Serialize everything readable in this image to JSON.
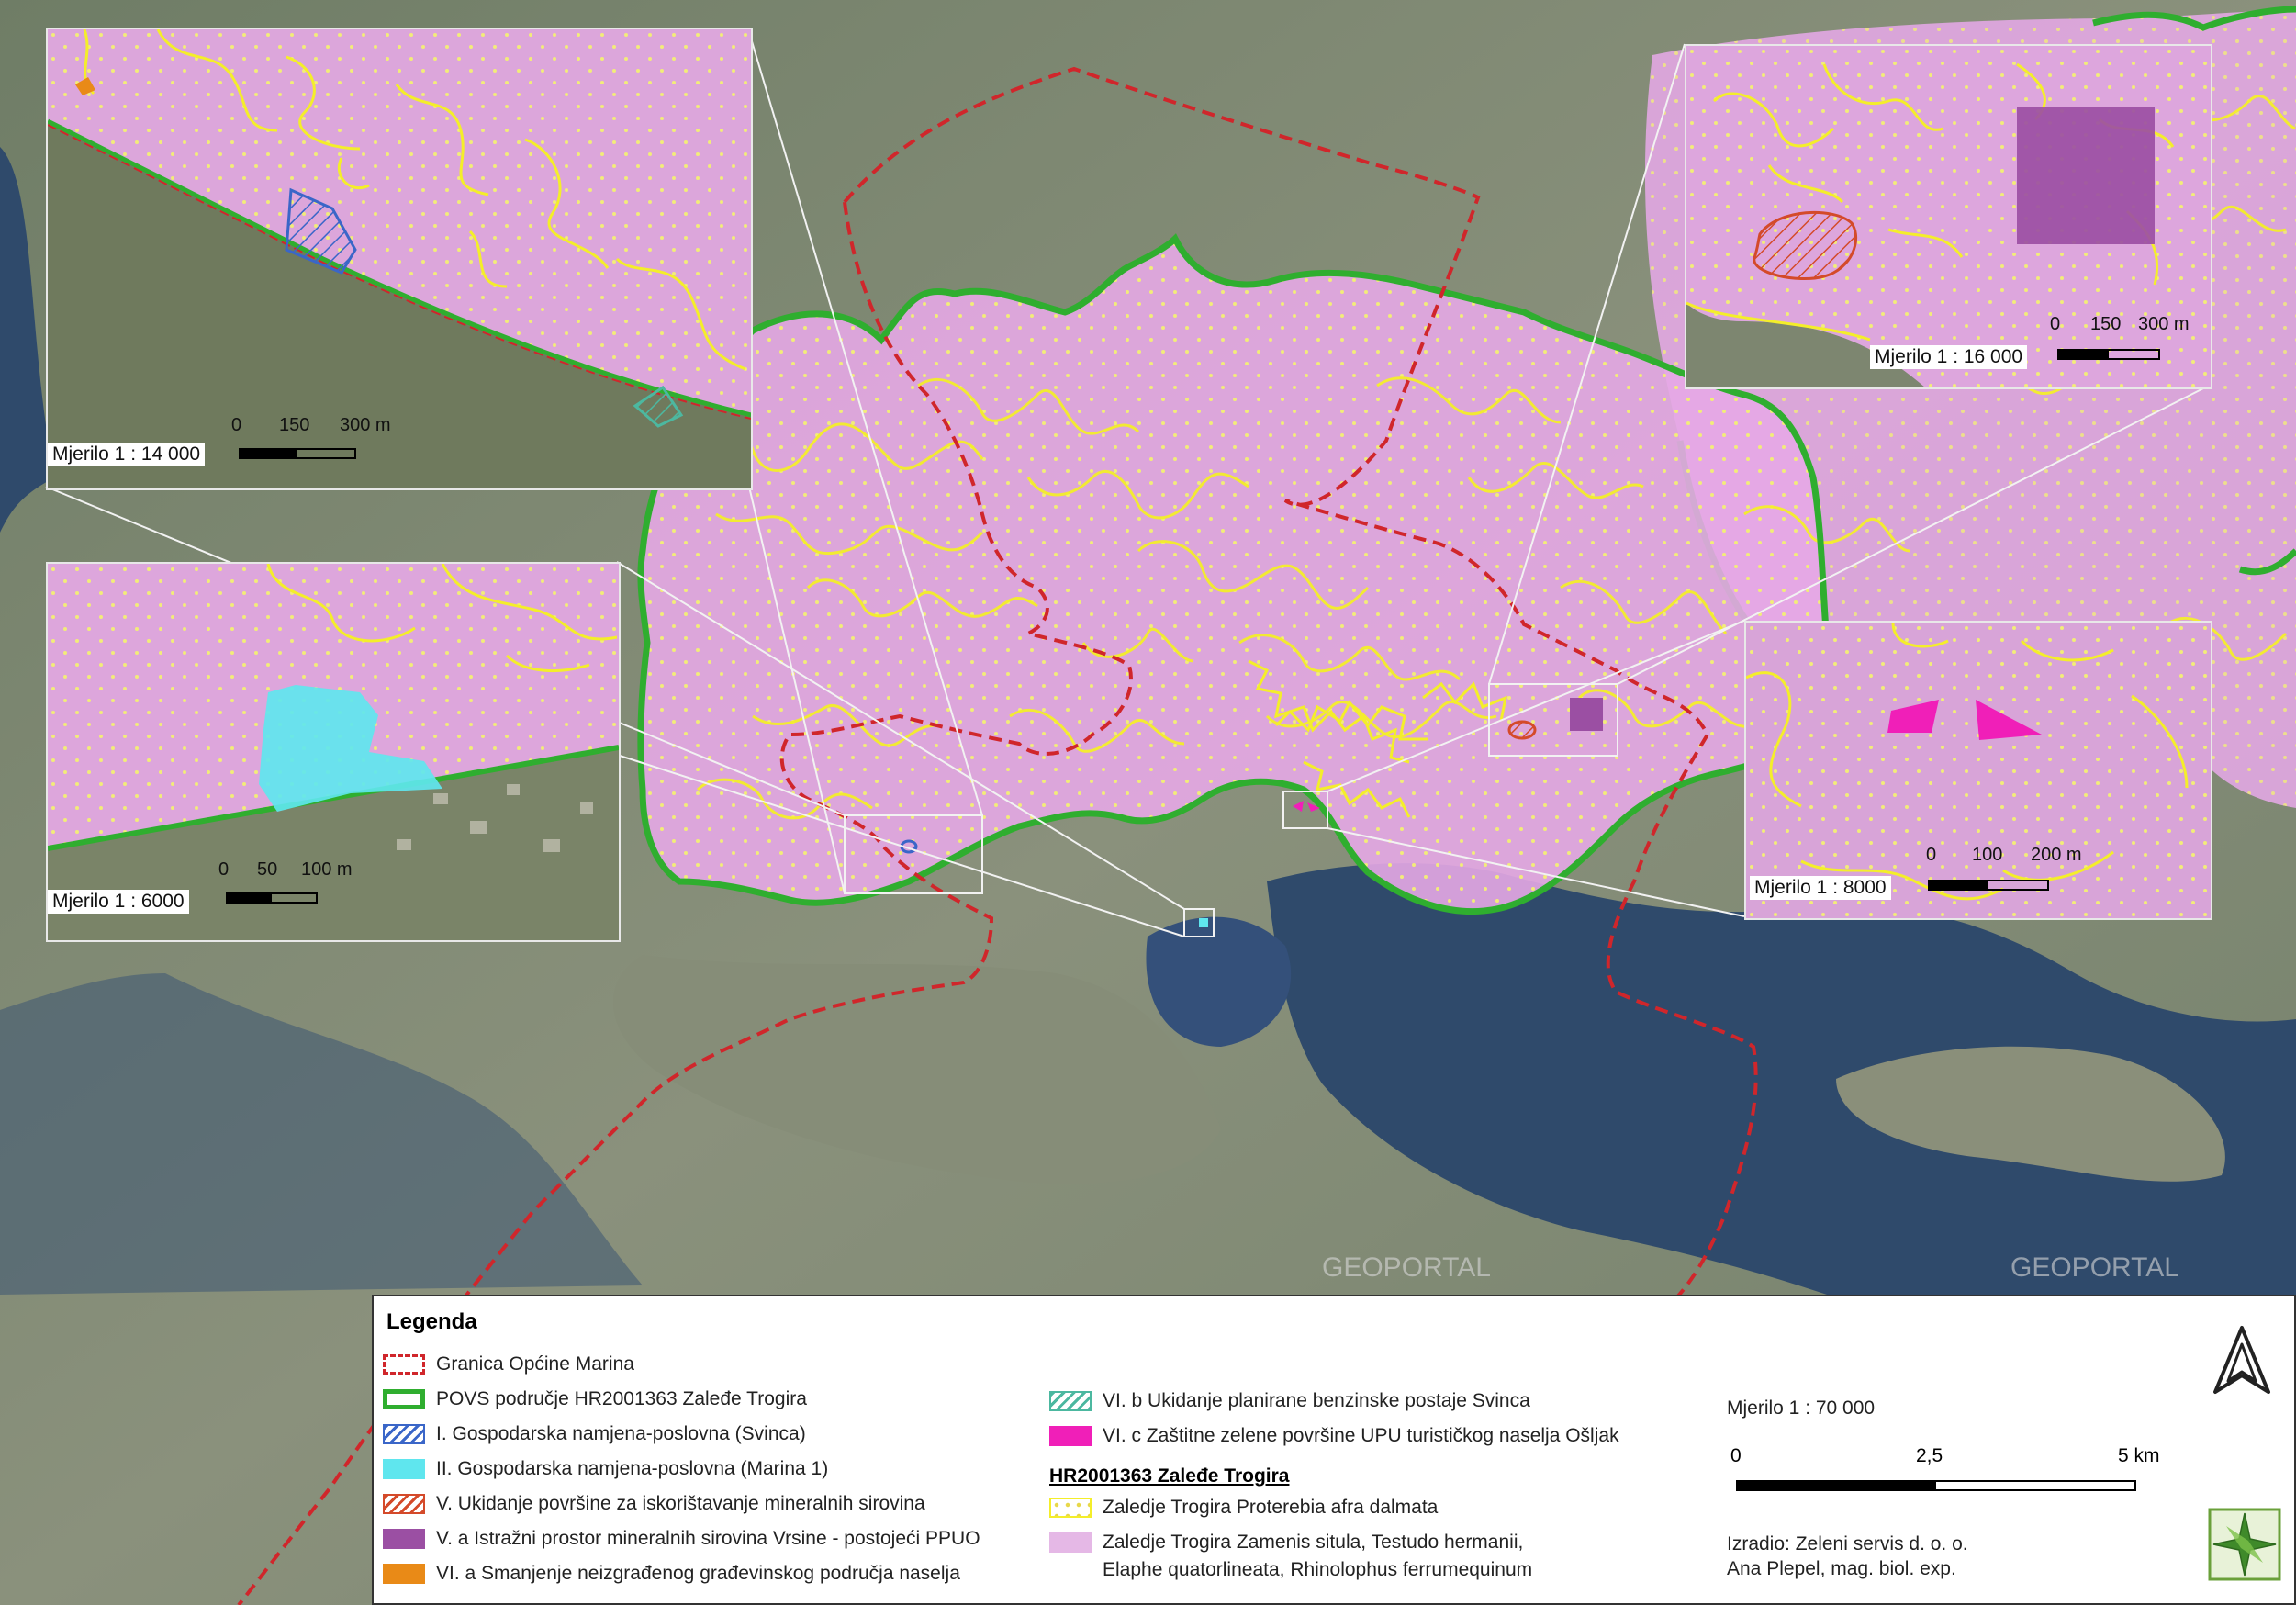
{
  "colors": {
    "boundary_red": "#d0262b",
    "povs_green": "#2fae2f",
    "zone_pink": "#e5a9e6",
    "outline_yellow": "#f4ee2a",
    "svinca_blue": "#3a66c8",
    "marina_cyan": "#5fe6ee",
    "mineral_orange": "#d44a2a",
    "vrsine_purple": "#9b4fa3",
    "settlement_orange": "#e98a17",
    "benzinska_teal": "#4cb8a0",
    "osljak_magenta": "#f01fb8",
    "sea": "#2f4a6b"
  },
  "insets": {
    "svinca": {
      "scale_label": "Mjerilo 1 : 14 000",
      "ticks": [
        "0",
        "150",
        "300 m"
      ]
    },
    "marina": {
      "scale_label": "Mjerilo 1 : 6000",
      "ticks": [
        "0",
        "50",
        "100 m"
      ]
    },
    "vrsine": {
      "scale_label": "Mjerilo 1 : 16 000",
      "ticks": [
        "0",
        "150",
        "300 m"
      ]
    },
    "osljak": {
      "scale_label": "Mjerilo 1 : 8000",
      "ticks": [
        "0",
        "100",
        "200 m"
      ]
    }
  },
  "watermark": "GEOPORTAL",
  "legend": {
    "title": "Legenda",
    "items": [
      {
        "label": "Granica Općine Marina",
        "icon": "dashed-red-outline"
      },
      {
        "label": "POVS područje HR2001363 Zaleđe Trogira",
        "icon": "green-outline"
      },
      {
        "label": "I. Gospodarska namjena-poslovna (Svinca)",
        "icon": "blue-hatch"
      },
      {
        "label": "II. Gospodarska namjena-poslovna (Marina 1)",
        "icon": "cyan-fill"
      },
      {
        "label": "V. Ukidanje površine za iskorištavanje mineralnih sirovina",
        "icon": "orange-hatch"
      },
      {
        "label": "V. a Istražni prostor mineralnih sirovina Vrsine - postojeći PPUO",
        "icon": "purple-fill"
      },
      {
        "label": "VI. a Smanjenje neizgrađenog građevinskog područja naselja",
        "icon": "orange-fill"
      }
    ],
    "items_right": [
      {
        "label": "VI. b Ukidanje planirane benzinske postaje Svinca",
        "icon": "teal-hatch"
      },
      {
        "label": "VI. c Zaštitne zelene površine UPU turističkog naselja Ošljak",
        "icon": "magenta-fill"
      }
    ],
    "subhead": "HR2001363 Zaleđe Trogira",
    "sub_items": [
      {
        "label": "Zaledje Trogira Proterebia afra dalmata",
        "icon": "yellow-dots"
      },
      {
        "label": "Zaledje Trogira Zamenis situla, Testudo hermanii,",
        "label2": "Elaphe quatorlineata, Rhinolophus ferrumequinum",
        "icon": "pink-fill"
      }
    ],
    "main_scale": {
      "label": "Mjerilo 1 : 70 000",
      "ticks": [
        "0",
        "2,5",
        "5 km"
      ]
    },
    "credits": [
      "Izradio: Zeleni servis d. o. o.",
      "Ana Plepel, mag. biol. exp."
    ]
  }
}
